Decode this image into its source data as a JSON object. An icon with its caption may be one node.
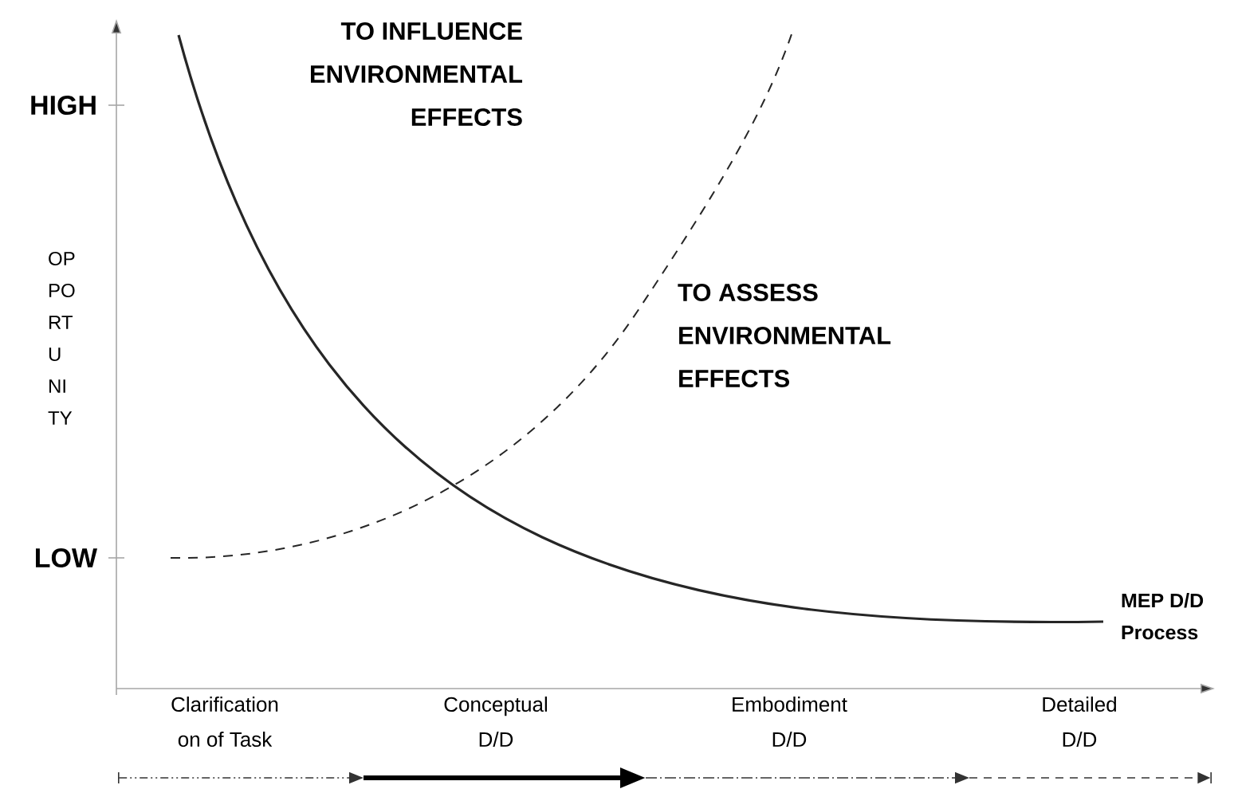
{
  "diagram": {
    "labels": [
      "TO INFLUENCE ENVIRONMENTAL EFFECTS",
      "HIGH",
      "TO ASSESS ENVIRONMENTAL EFFECTS",
      "OP PO RT U NI TY",
      "LOW",
      "MEP D/D Process",
      "Clarification on of Task",
      "Conceptual D/D",
      "Embodiment D/D",
      "Detailed D/D"
    ]
  }
}
